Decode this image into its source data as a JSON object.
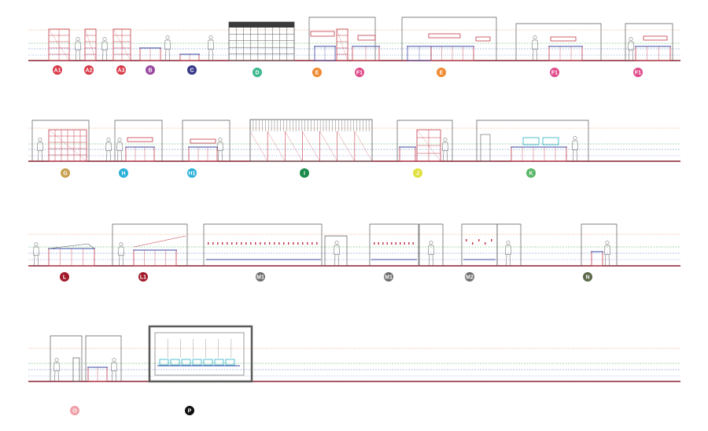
{
  "colors": {
    "ground": "#8a2030",
    "ref_orange": "#f0a070",
    "ref_blue": "#6080c8",
    "ref_green": "#50b060",
    "structure": "#5a5a5a",
    "furniture_red": "#c23a4a",
    "furniture_blue": "#3a4aa0",
    "glass_cyan": "#2ab0c8"
  },
  "items": [
    {
      "code": "A1",
      "label": "",
      "color": "#d83a48"
    },
    {
      "code": "A2",
      "label": "",
      "color": "#d83a48"
    },
    {
      "code": "A3",
      "label": "",
      "color": "#d83a48"
    },
    {
      "code": "B",
      "label": "",
      "color": "#9a4aa0"
    },
    {
      "code": "C",
      "label": "",
      "color": "#3a3a8a"
    },
    {
      "code": "D",
      "label": "",
      "color": "#3ab890"
    },
    {
      "code": "E",
      "label": "",
      "color": "#f08a30"
    },
    {
      "code": "F1",
      "label": "",
      "color": "#e04a8a"
    },
    {
      "code": "E",
      "label": "",
      "color": "#f08a30"
    },
    {
      "code": "F1",
      "label": "",
      "color": "#e04a8a"
    },
    {
      "code": "F1",
      "label": "",
      "color": "#e04a8a"
    },
    {
      "code": "G",
      "label": "",
      "color": "#c8a050"
    },
    {
      "code": "H",
      "label": "",
      "color": "#2ab0d8"
    },
    {
      "code": "H1",
      "label": "",
      "color": "#2ab0d8"
    },
    {
      "code": "I",
      "label": "",
      "color": "#1a8a4a"
    },
    {
      "code": "J",
      "label": "",
      "color": "#e0e040"
    },
    {
      "code": "K",
      "label": "",
      "color": "#5ab868"
    },
    {
      "code": "L",
      "label": "",
      "color": "#a01a2a"
    },
    {
      "code": "L1",
      "label": "",
      "color": "#a01a2a"
    },
    {
      "code": "M1",
      "label": "",
      "color": "#707070"
    },
    {
      "code": "M1",
      "label": "",
      "color": "#707070"
    },
    {
      "code": "M2",
      "label": "",
      "color": "#707070"
    },
    {
      "code": "N",
      "label": "",
      "color": "#5a6a4a"
    },
    {
      "code": "O",
      "label": "",
      "color": "#f0a0a8"
    },
    {
      "code": "P",
      "label": "",
      "color": "#101010"
    }
  ]
}
